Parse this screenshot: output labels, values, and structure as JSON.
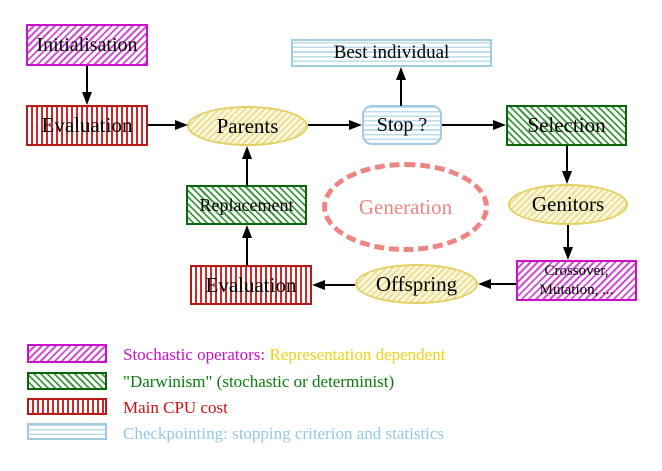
{
  "nodes": {
    "initialisation": "Initialisation",
    "evaluation_top": "Evaluation",
    "parents": "Parents",
    "best_individual": "Best individual",
    "stop": "Stop ?",
    "selection": "Selection",
    "genitors": "Genitors",
    "crossover_line1": "Crossover,",
    "crossover_line2": "Mutation, ...",
    "offspring": "Offspring",
    "evaluation_bottom": "Evaluation",
    "replacement": "Replacement",
    "generation": "Generation"
  },
  "legend": {
    "rows": [
      {
        "label": "Stochastic operators:",
        "label_secondary": "Representation dependent"
      },
      {
        "label": "\"Darwinism\" (stochastic or determinist)"
      },
      {
        "label": "Main CPU cost"
      },
      {
        "label": "Checkpointing: stopping criterion and statistics"
      }
    ]
  },
  "colors": {
    "magenta": "#cb10cb",
    "green": "#0b7a0b",
    "red": "#cc1111",
    "cyan_border": "#9fcbdf",
    "yellow_border": "#e2d065",
    "salmon": "#ee8585",
    "legend_yellow_text": "#eed316",
    "legend_blue_text": "#93c9e8"
  }
}
